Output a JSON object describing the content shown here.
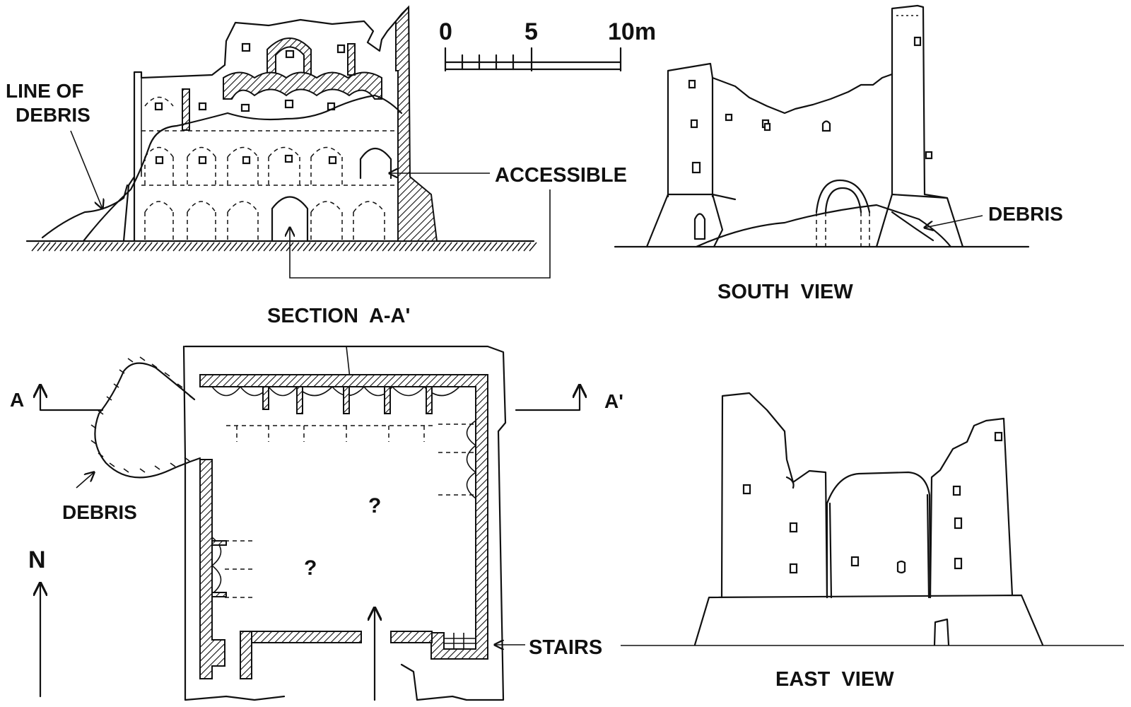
{
  "labels": {
    "line_of_debris": [
      "LINE OF",
      "DEBRIS"
    ],
    "accessible": "ACCESSIBLE",
    "section_title": "SECTION  A-A'",
    "south_view": "SOUTH  VIEW",
    "east_view": "EAST  VIEW",
    "debris_south": "DEBRIS",
    "debris_plan": "DEBRIS",
    "stairs": "STAIRS",
    "a_left": "A",
    "a_right": "A'",
    "north": "N",
    "question_1": "?",
    "question_2": "?"
  },
  "scale_bar": {
    "ticks": [
      "0",
      "5",
      "10m"
    ]
  }
}
